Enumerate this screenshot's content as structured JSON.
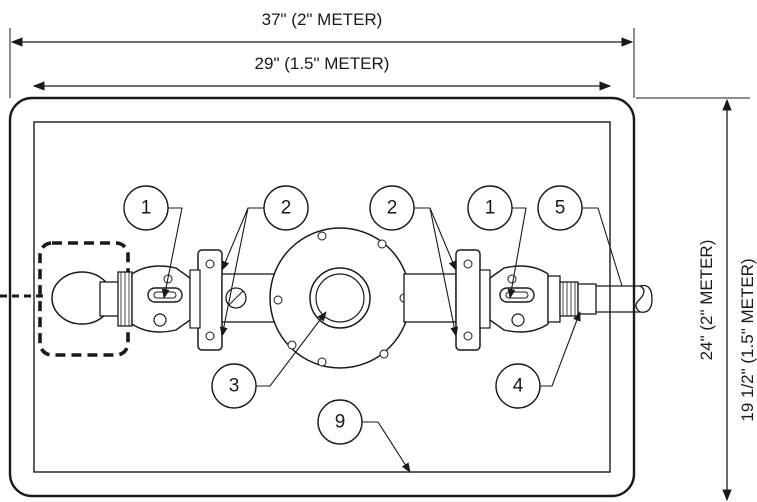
{
  "dimensions": {
    "overall_width": "37\" (2\" METER)",
    "inner_width": "29\" (1.5\" METER)",
    "overall_height": "24\" (2\" METER)",
    "inner_height": "19 1/2\" (1.5\" METER)"
  },
  "callouts": {
    "c1_left": "1",
    "c2_left": "2",
    "c3": "3",
    "c2_right": "2",
    "c1_right": "1",
    "c5": "5",
    "c4": "4",
    "c9": "9"
  }
}
